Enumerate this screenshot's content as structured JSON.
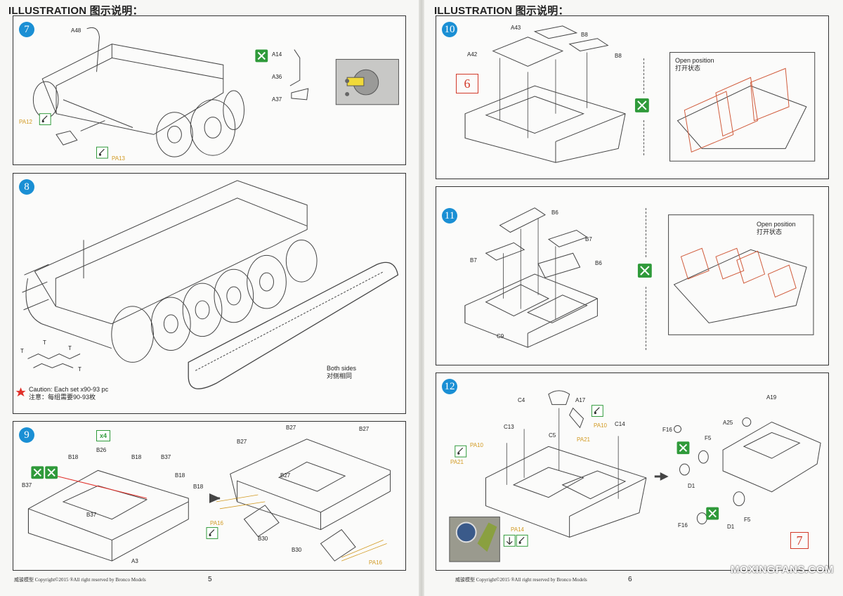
{
  "header": {
    "left_title": "ILLUSTRATION 图示说明：",
    "right_title": "ILLUSTRATION 图示说明："
  },
  "steps": {
    "s7": {
      "num": "7",
      "labels": [
        "A48",
        "A14",
        "A36",
        "A37"
      ],
      "pa": [
        "PA12",
        "PA13"
      ]
    },
    "s8": {
      "num": "8",
      "labels": [
        "T",
        "T",
        "T",
        "T"
      ],
      "caution_en": "Caution: Each set x90-93 pc",
      "caution_cn": "注意：每组需要90-93枚",
      "both_en": "Both sides",
      "both_cn": "对侧相同"
    },
    "s9": {
      "num": "9",
      "x4": "x4",
      "labels": [
        "B26",
        "B18",
        "B18",
        "B37",
        "B18",
        "B37",
        "B18",
        "B37",
        "A3",
        "B27",
        "B27",
        "B27",
        "B27",
        "B30",
        "B30"
      ],
      "pa": [
        "PA16",
        "PA16"
      ]
    },
    "s10": {
      "num": "10",
      "labels": [
        "A43",
        "B8",
        "A42",
        "B8"
      ],
      "ref": "6",
      "open_en": "Open position",
      "open_cn": "打开状态"
    },
    "s11": {
      "num": "11",
      "labels": [
        "B6",
        "B7",
        "B7",
        "B6",
        "C9"
      ],
      "open_en": "Open position",
      "open_cn": "打开状态"
    },
    "s12": {
      "num": "12",
      "labels": [
        "C4",
        "A17",
        "C13",
        "C5",
        "C14",
        "F16",
        "A25",
        "A19",
        "F5",
        "D1",
        "F16",
        "D1",
        "F5"
      ],
      "pa": [
        "PA10",
        "PA10",
        "PA21",
        "PA21",
        "PA14"
      ],
      "ref": "7"
    }
  },
  "footer": {
    "left_text": "威骏模型  Copyright©2015  ®All right reserved by Bronco Models",
    "left_page": "5",
    "right_text": "威骏模型  Copyright©2015  ®All right reserved by Bronco Models",
    "right_page": "6"
  },
  "watermark": "MOXINGFANS.COM",
  "colors": {
    "badge": "#1a8fd4",
    "green": "#2f9a3a",
    "pa": "#d29a22",
    "red": "#d23a2a"
  }
}
